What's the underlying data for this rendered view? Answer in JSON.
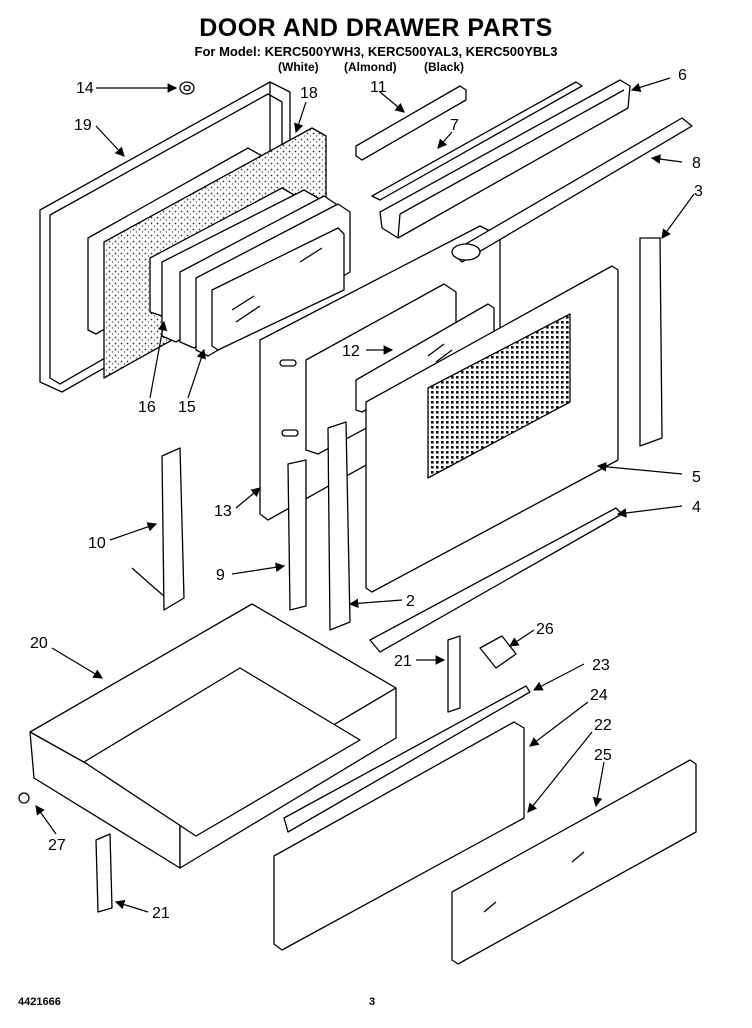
{
  "header": {
    "title": "DOOR AND DRAWER PARTS",
    "models_line": "For Model: KERC500YWH3, KERC500YAL3, KERC500YBL3",
    "color_white": "(White)",
    "color_almond": "(Almond)",
    "color_black": "(Black)"
  },
  "callouts": [
    "14",
    "18",
    "11",
    "6",
    "19",
    "7",
    "8",
    "3",
    "12",
    "5",
    "13",
    "4",
    "10",
    "9",
    "2",
    "20",
    "26",
    "21",
    "23",
    "24",
    "22",
    "25",
    "27",
    "21",
    "16",
    "15"
  ],
  "footer": {
    "code": "4421666",
    "page": "3"
  }
}
